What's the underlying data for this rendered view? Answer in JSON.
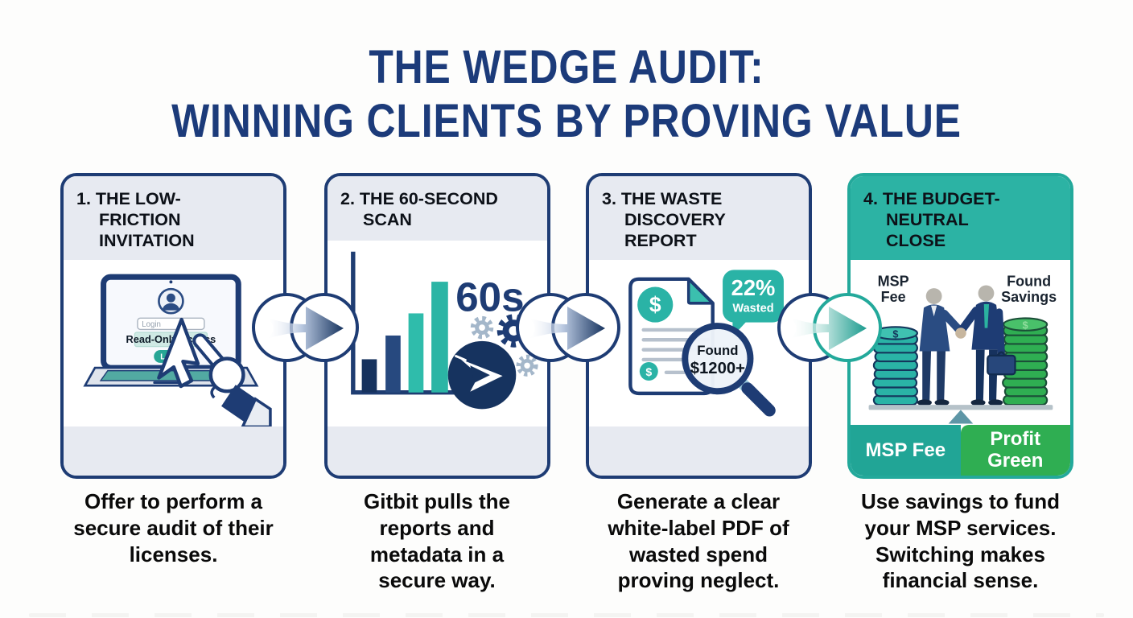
{
  "title": {
    "line1": "THE WEDGE AUDIT:",
    "line2": "WINNING CLIENTS BY PROVING VALUE"
  },
  "brand_colors": {
    "navy": "#1e3c74",
    "teal": "#2ab3a6",
    "green": "#2fae52",
    "header_band": "#e7eaf1"
  },
  "steps": [
    {
      "heading": "1. THE LOW-FRICTION INVITATION",
      "caption": "Offer to perform a secure audit of their licenses.",
      "illustration": {
        "login_placeholder": "Login",
        "access_chip": "Read-Only Access",
        "login_button": "Login"
      }
    },
    {
      "heading": "2. THE 60-SECOND SCAN",
      "caption": "Gitbit pulls the reports and metadata in a secure way.",
      "illustration": {
        "duration": "60s"
      }
    },
    {
      "heading": "3. THE WASTE DISCOVERY REPORT",
      "caption": "Generate a clear white-label PDF of wasted spend proving neglect.",
      "illustration": {
        "badge_value": "22%",
        "badge_label": "Wasted",
        "found_line1": "Found",
        "found_line2": "$1200+",
        "dollar": "$"
      }
    },
    {
      "heading": "4. THE BUDGET-NEUTRAL CLOSE",
      "caption": "Use savings to fund your MSP services. Switching makes financial sense.",
      "illustration": {
        "left_stack_line1": "MSP",
        "left_stack_line2": "Fee",
        "right_stack_line1": "Found",
        "right_stack_line2": "Savings",
        "dollar": "$",
        "footer_left": "MSP Fee",
        "footer_right_line1": "Profit",
        "footer_right_line2": "Green"
      }
    }
  ]
}
